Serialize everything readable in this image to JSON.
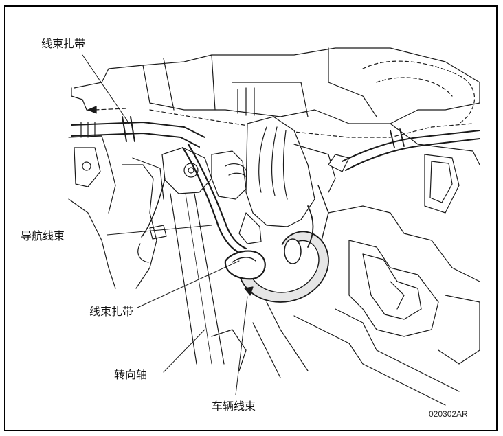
{
  "figure": {
    "labels": {
      "harness_clamp_top": "线束扎带",
      "navigation_harness": "导航线束",
      "harness_clamp_mid": "线束扎带",
      "steering_shaft": "转向轴",
      "vehicle_harness": "车辆线束"
    },
    "figure_code": "020302AR"
  },
  "style": {
    "line_color": "#1a1a1a",
    "harness_fill": "#e6e6e6",
    "background": "#ffffff"
  }
}
